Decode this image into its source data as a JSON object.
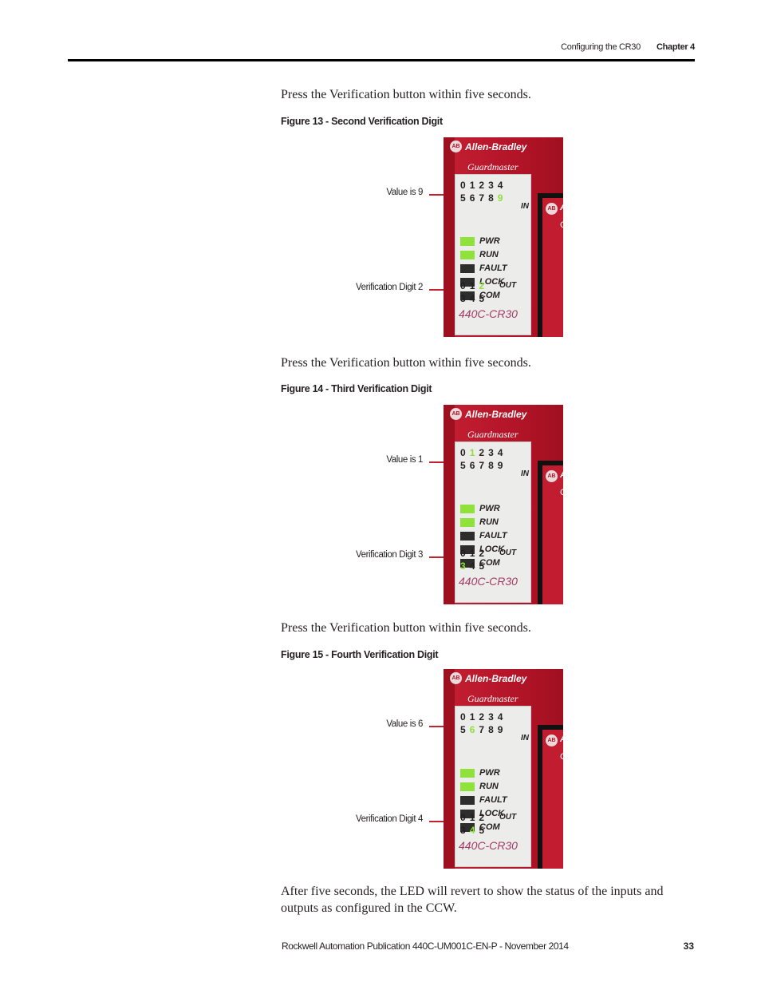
{
  "header": {
    "section": "Configuring the CR30",
    "chapter": "Chapter 4"
  },
  "intro_1": "Press the Verification button within five seconds.",
  "intro_2": "Press the Verification button within five seconds.",
  "intro_3": "Press the Verification button within five seconds.",
  "closing": "After five seconds, the LED will revert to show the status of the inputs and outputs as configured in the CCW.",
  "device": {
    "brand": "Allen-Bradley",
    "logo": "AB",
    "sub_brand": "Guardmaster",
    "in_row1": [
      "0",
      "1",
      "2",
      "3",
      "4"
    ],
    "in_row2": [
      "5",
      "6",
      "7",
      "8",
      "9"
    ],
    "in_label": "IN",
    "leds": [
      "PWR",
      "RUN",
      "FAULT",
      "LOCK",
      "COM"
    ],
    "out_row1": [
      "0",
      "1",
      "2"
    ],
    "out_row2": [
      "3",
      "4",
      "5"
    ],
    "out_label": "OUT",
    "model": "440C-CR30",
    "led_on_color": "#8fe23a",
    "body_color": "#b8172b"
  },
  "figures": [
    {
      "caption": "Figure 13 - Second Verification Digit",
      "value_callout": "Value is 9",
      "digit_callout": "Verification Digit 2",
      "lit_input": "9",
      "lit_output": "2"
    },
    {
      "caption": "Figure 14 - Third Verification Digit",
      "value_callout": "Value is 1",
      "digit_callout": "Verification Digit 3",
      "lit_input": "1",
      "lit_output": "3"
    },
    {
      "caption": "Figure 15 - Fourth Verification Digit",
      "value_callout": "Value is 6",
      "digit_callout": "Verification Digit 4",
      "lit_input": "6",
      "lit_output": "4"
    }
  ],
  "footer": {
    "publication": "Rockwell Automation Publication 440C-UM001C-EN-P - November 2014",
    "page": "33"
  }
}
